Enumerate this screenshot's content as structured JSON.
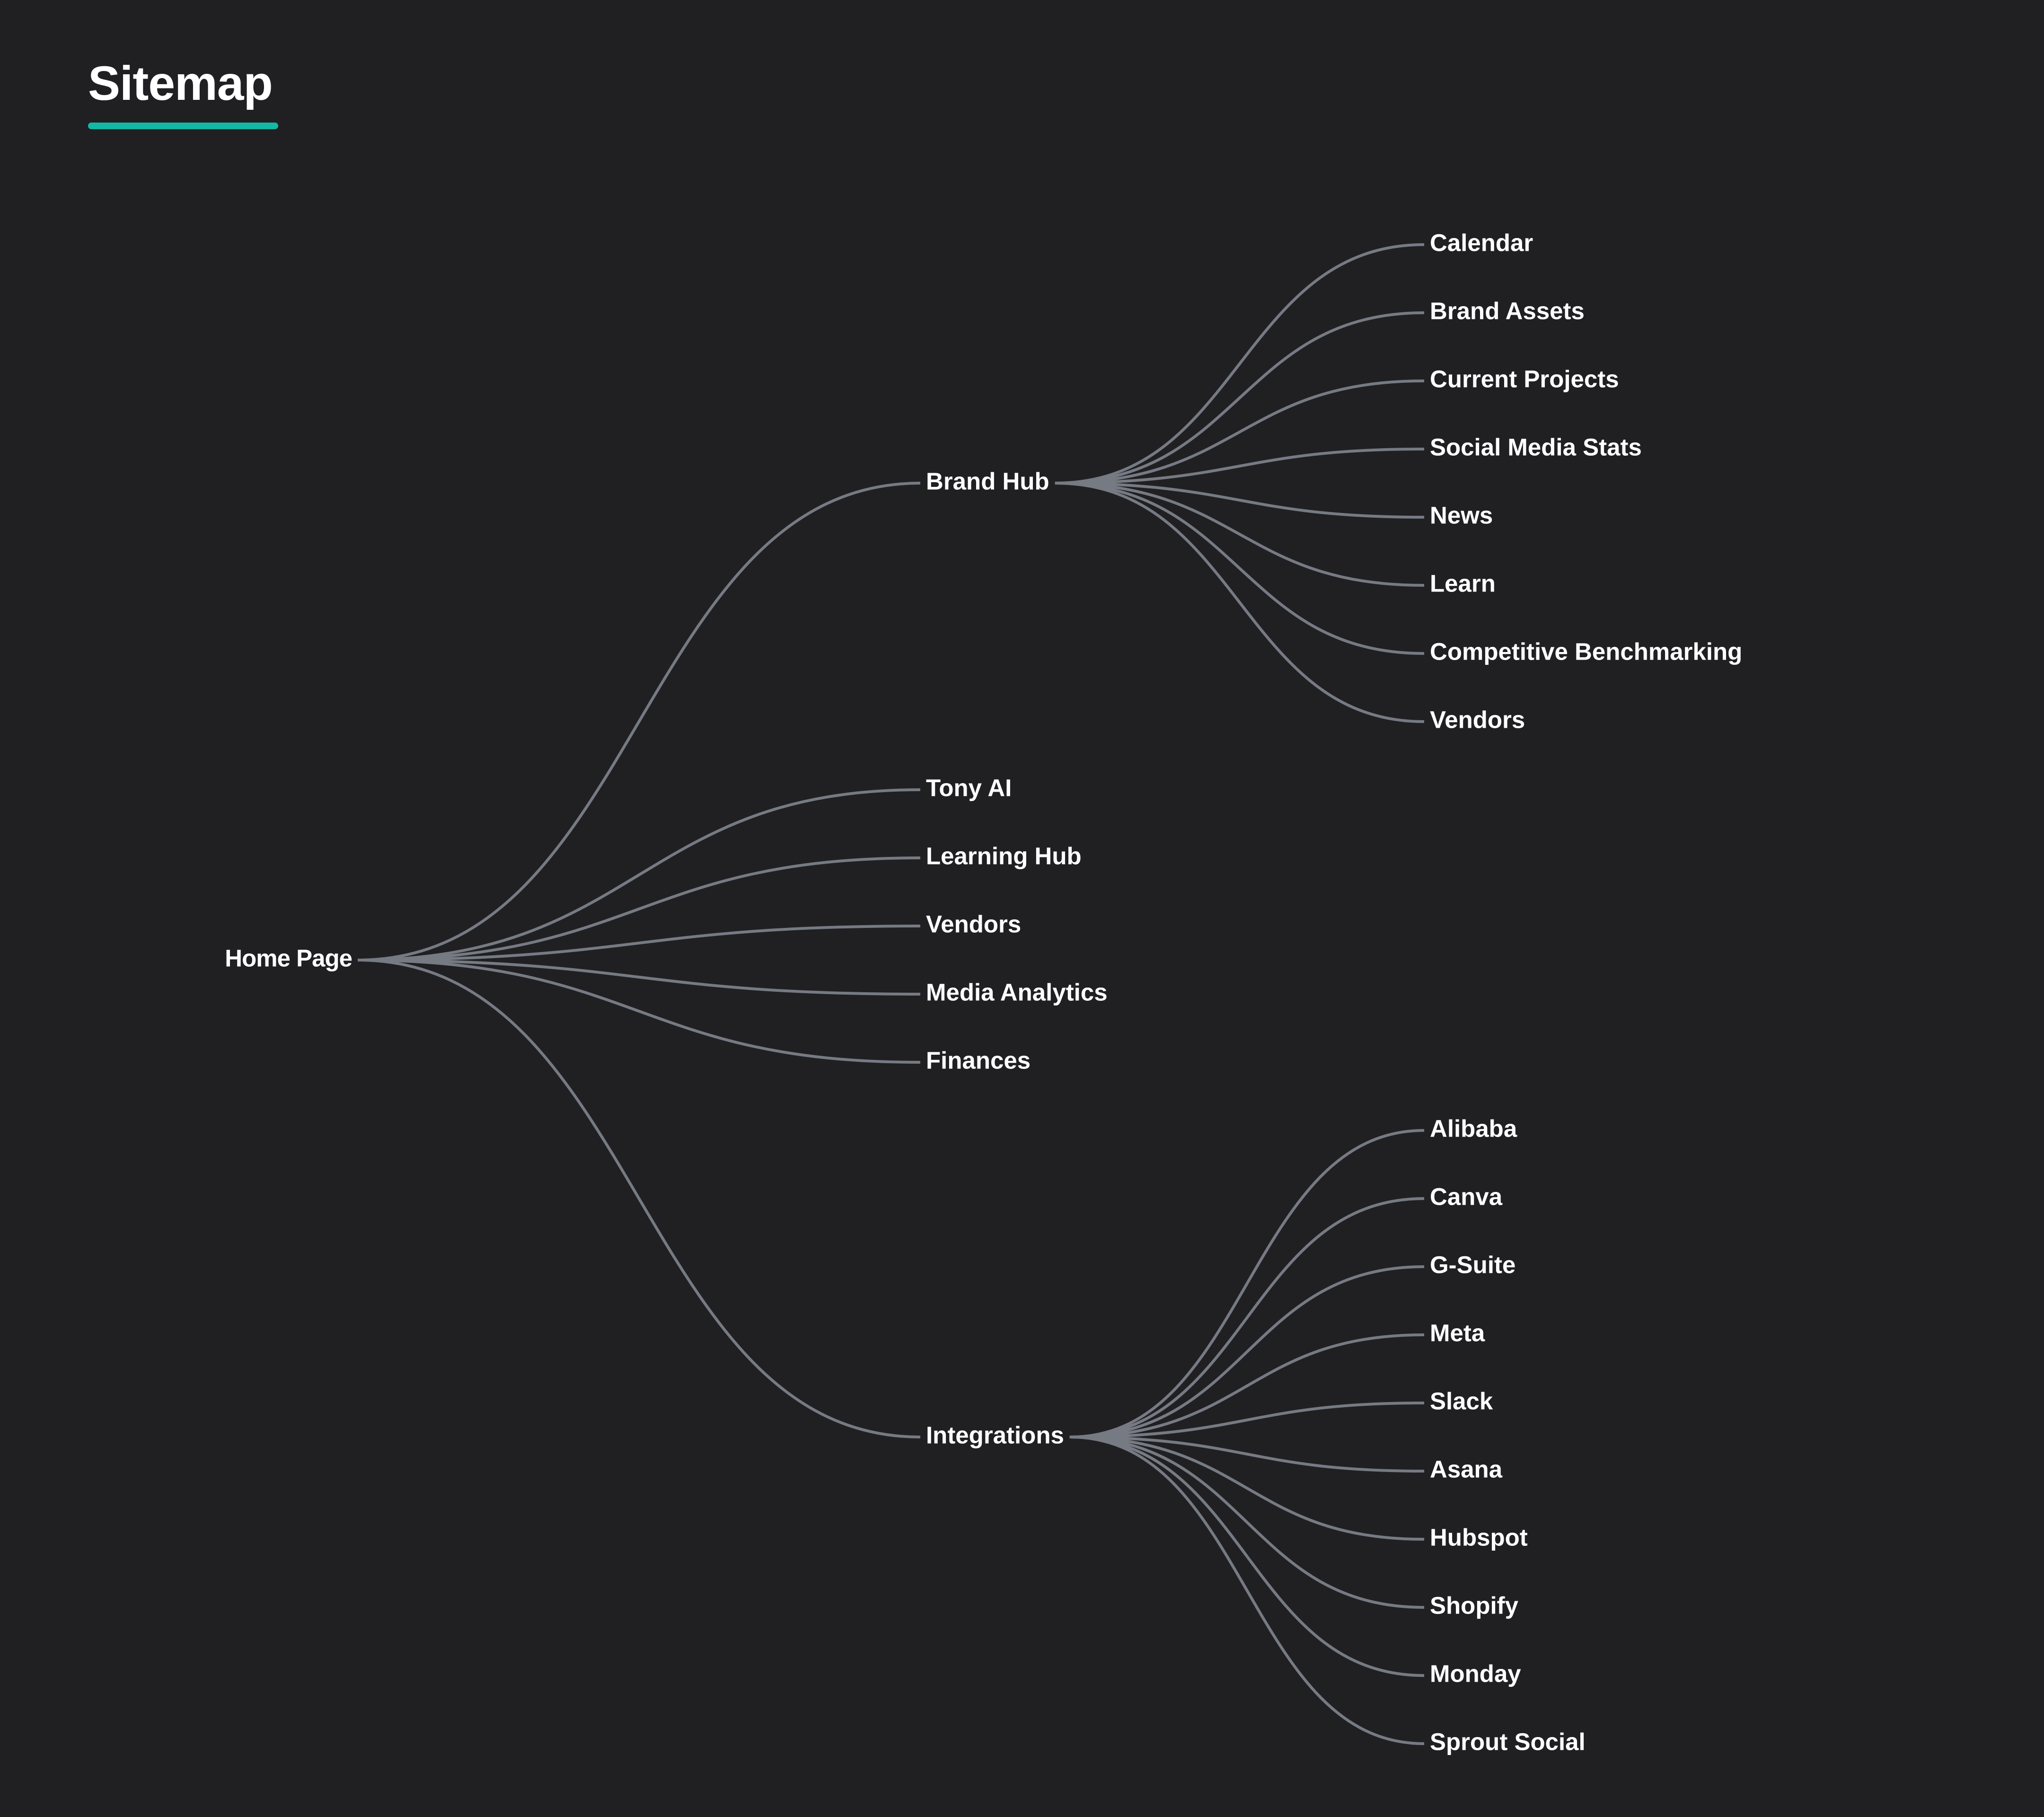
{
  "page": {
    "title": "Sitemap"
  },
  "colors": {
    "background": "#202023",
    "accent": "#14b8a6",
    "link": "#767a83",
    "text": "#ffffff"
  },
  "tree": {
    "label": "Home Page",
    "children": [
      {
        "label": "Brand Hub",
        "children": [
          {
            "label": "Calendar"
          },
          {
            "label": "Brand Assets"
          },
          {
            "label": "Current Projects"
          },
          {
            "label": "Social Media Stats"
          },
          {
            "label": "News"
          },
          {
            "label": "Learn"
          },
          {
            "label": "Competitive Benchmarking"
          },
          {
            "label": "Vendors"
          }
        ]
      },
      {
        "label": "Tony AI"
      },
      {
        "label": "Learning Hub"
      },
      {
        "label": "Vendors"
      },
      {
        "label": "Media Analytics"
      },
      {
        "label": "Finances"
      },
      {
        "label": "Integrations",
        "children": [
          {
            "label": "Alibaba"
          },
          {
            "label": "Canva"
          },
          {
            "label": "G-Suite"
          },
          {
            "label": "Meta"
          },
          {
            "label": "Slack"
          },
          {
            "label": "Asana"
          },
          {
            "label": "Hubspot"
          },
          {
            "label": "Shopify"
          },
          {
            "label": "Monday"
          },
          {
            "label": "Sprout Social"
          }
        ]
      }
    ]
  }
}
